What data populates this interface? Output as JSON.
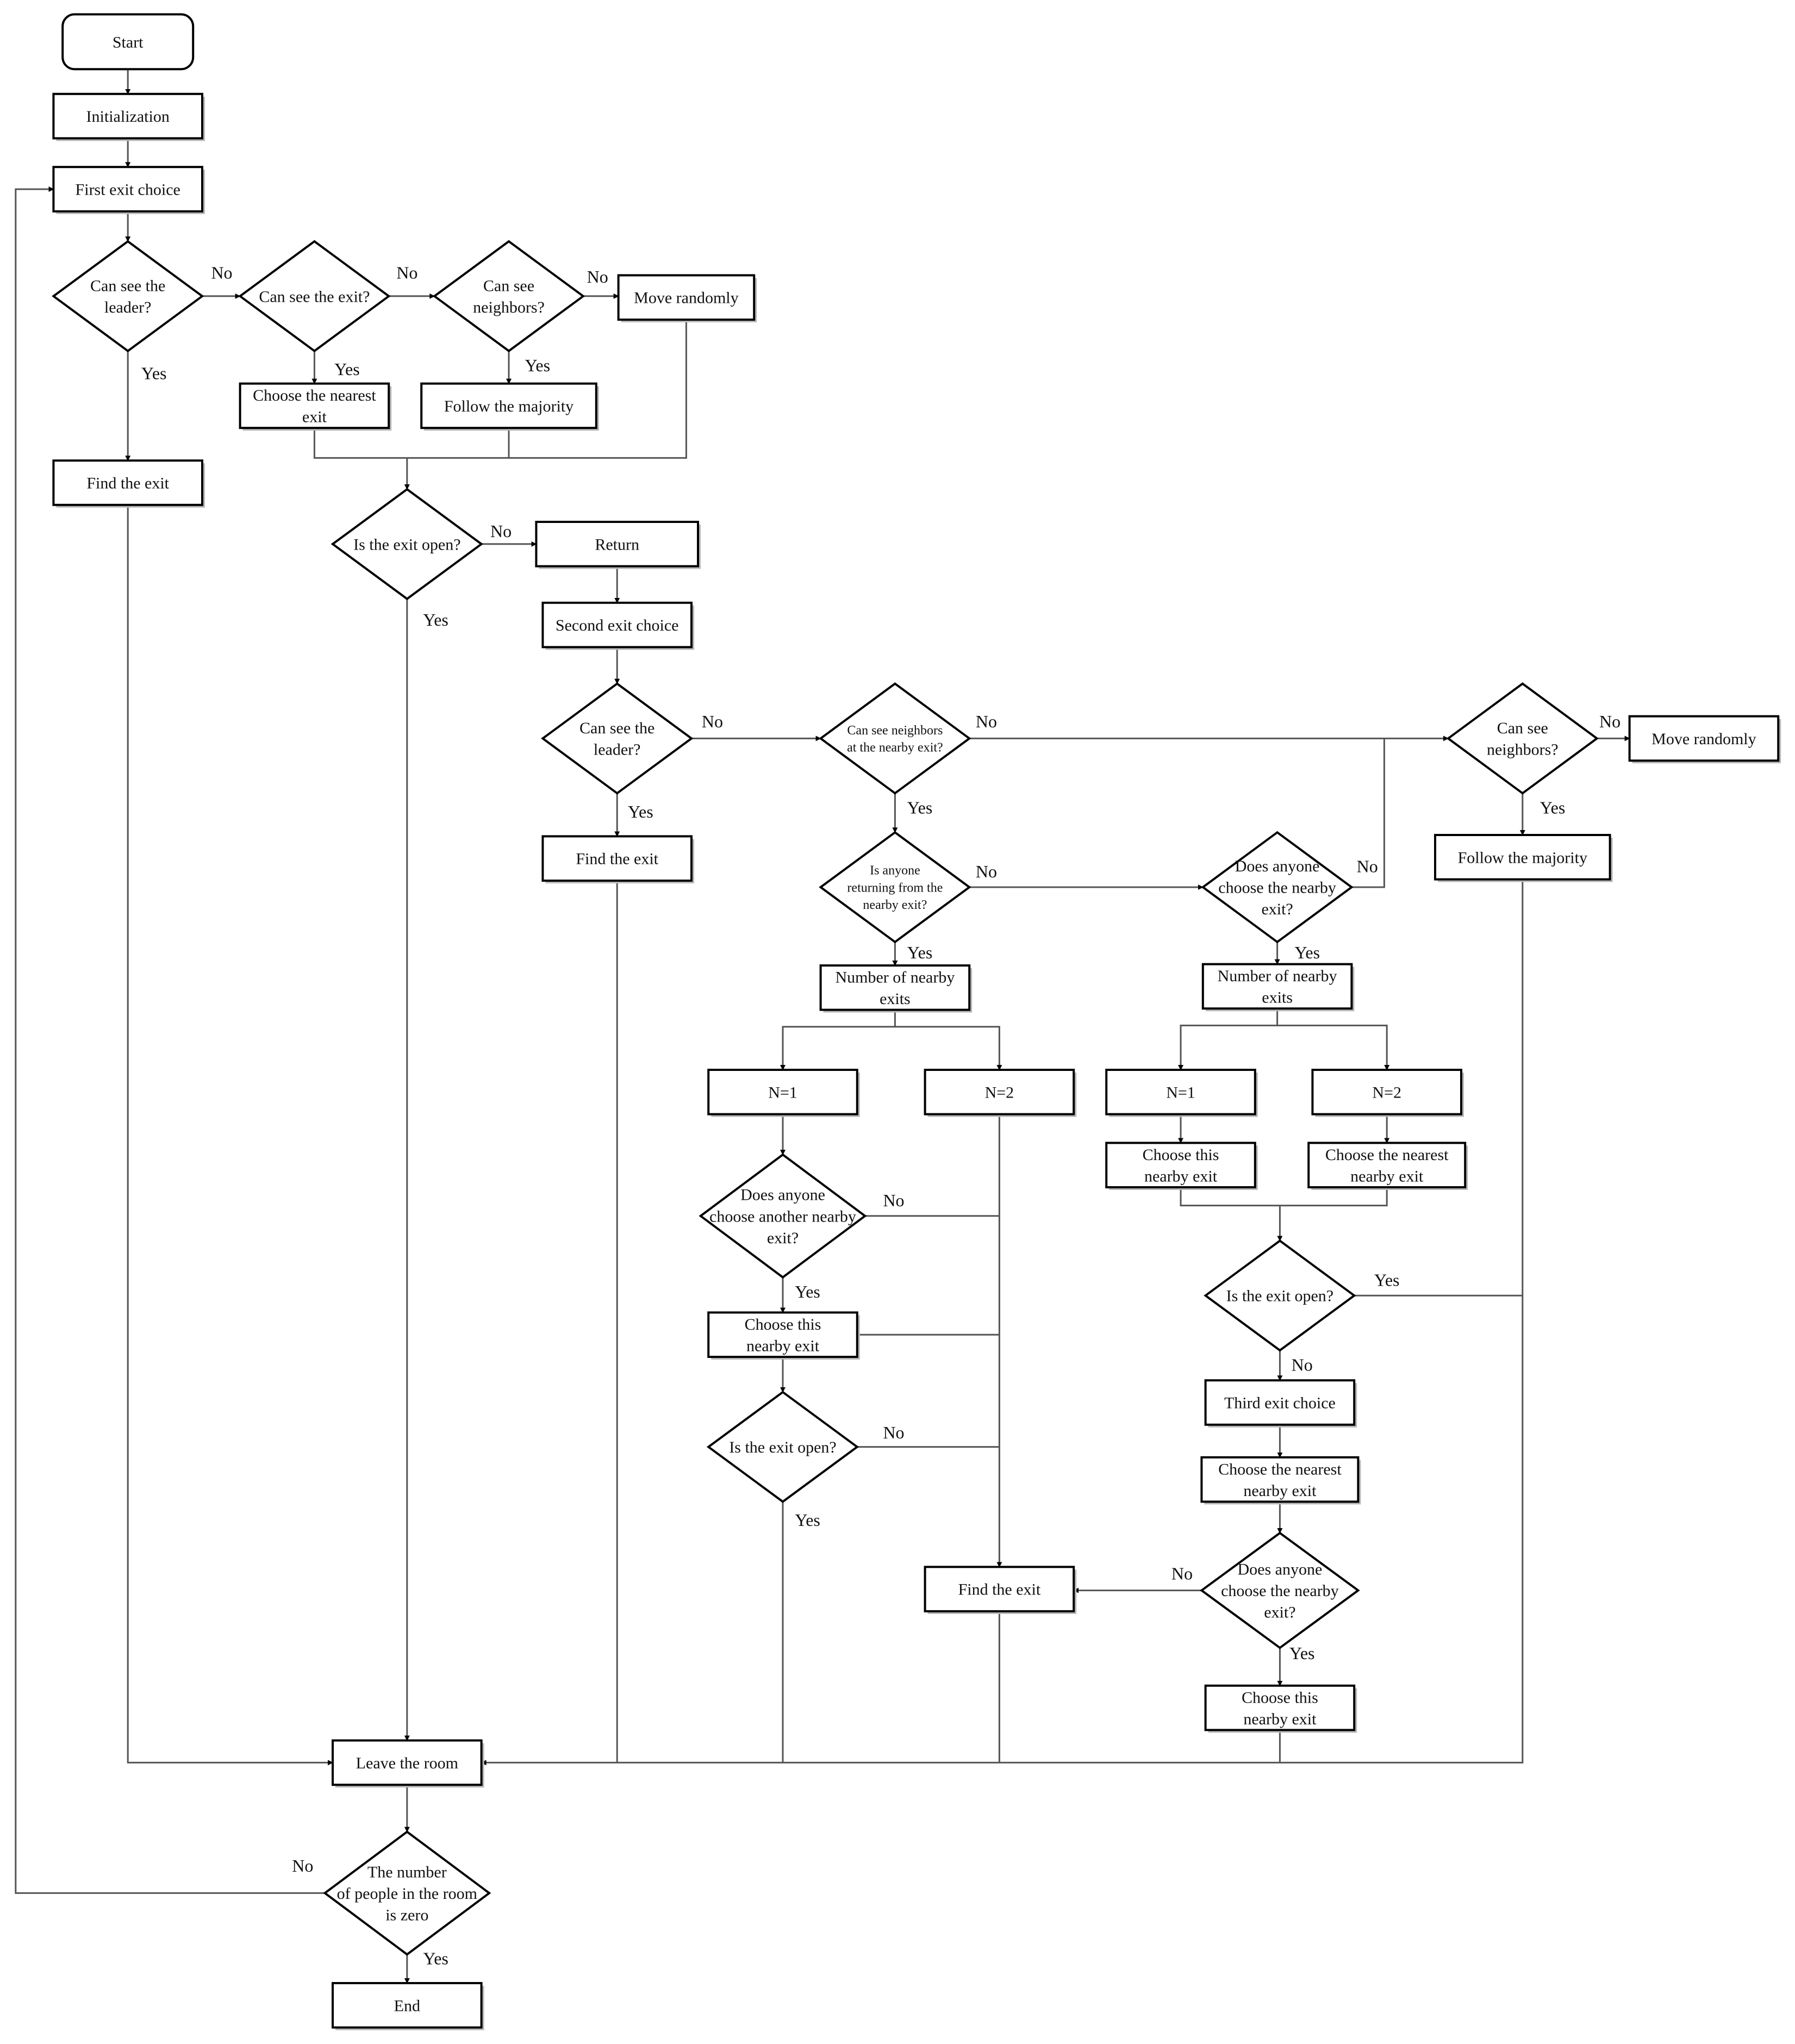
{
  "nodes": {
    "start": {
      "label": "Start"
    },
    "init": {
      "label": "Initialization"
    },
    "first_choice": {
      "label": "First exit choice"
    },
    "d1_leader": {
      "label": "Can see the|leader?"
    },
    "d1_exit": {
      "label": "Can see the exit?"
    },
    "d1_neighbors": {
      "label": "Can see|neighbors?"
    },
    "move1": {
      "label": "Move randomly"
    },
    "nearest1": {
      "label": "Choose the nearest|exit"
    },
    "follow1": {
      "label": "Follow the majority"
    },
    "find1": {
      "label": "Find the exit"
    },
    "d_open1": {
      "label": "Is the exit open?"
    },
    "return": {
      "label": "Return"
    },
    "second_choice": {
      "label": "Second exit choice"
    },
    "d2_leader": {
      "label": "Can see the|leader?"
    },
    "find2": {
      "label": "Find the exit"
    },
    "d2_neigh_nearby": {
      "label": "Can see neighbors|at the nearby exit?"
    },
    "d2_neighbors": {
      "label": "Can see|neighbors?"
    },
    "move2": {
      "label": "Move randomly"
    },
    "follow2": {
      "label": "Follow the majority"
    },
    "d2_returning": {
      "label": "Is anyone|returning from the|nearby exit?"
    },
    "d2_anyone_choose": {
      "label": "Does anyone|choose the nearby|exit?"
    },
    "num_a": {
      "label": "Number of nearby|exits"
    },
    "num_b": {
      "label": "Number of nearby|exits"
    },
    "n1a": {
      "label": "N=1"
    },
    "n2a": {
      "label": "N=2"
    },
    "n1b": {
      "label": "N=1"
    },
    "n2b": {
      "label": "N=2"
    },
    "choose_this_b": {
      "label": "Choose this|nearby exit"
    },
    "choose_nearest_b": {
      "label": "Choose the nearest|nearby exit"
    },
    "d_another": {
      "label": "Does anyone|choose another nearby|exit?"
    },
    "choose_this_a": {
      "label": "Choose this|nearby exit"
    },
    "d_open_a": {
      "label": "Is the exit open?"
    },
    "d_open_b": {
      "label": "Is the exit open?"
    },
    "third_choice": {
      "label": "Third exit choice"
    },
    "choose_nearest_c": {
      "label": "Choose the nearest|nearby exit"
    },
    "d_anyone_c": {
      "label": "Does anyone|choose the nearby|exit?"
    },
    "choose_this_c": {
      "label": "Choose this|nearby exit"
    },
    "find3": {
      "label": "Find the exit"
    },
    "leave": {
      "label": "Leave the room"
    },
    "d_zero": {
      "label": "The number|of people in the room|is zero"
    },
    "end": {
      "label": "End"
    }
  },
  "edge_labels": {
    "yes": "Yes",
    "no": "No"
  }
}
